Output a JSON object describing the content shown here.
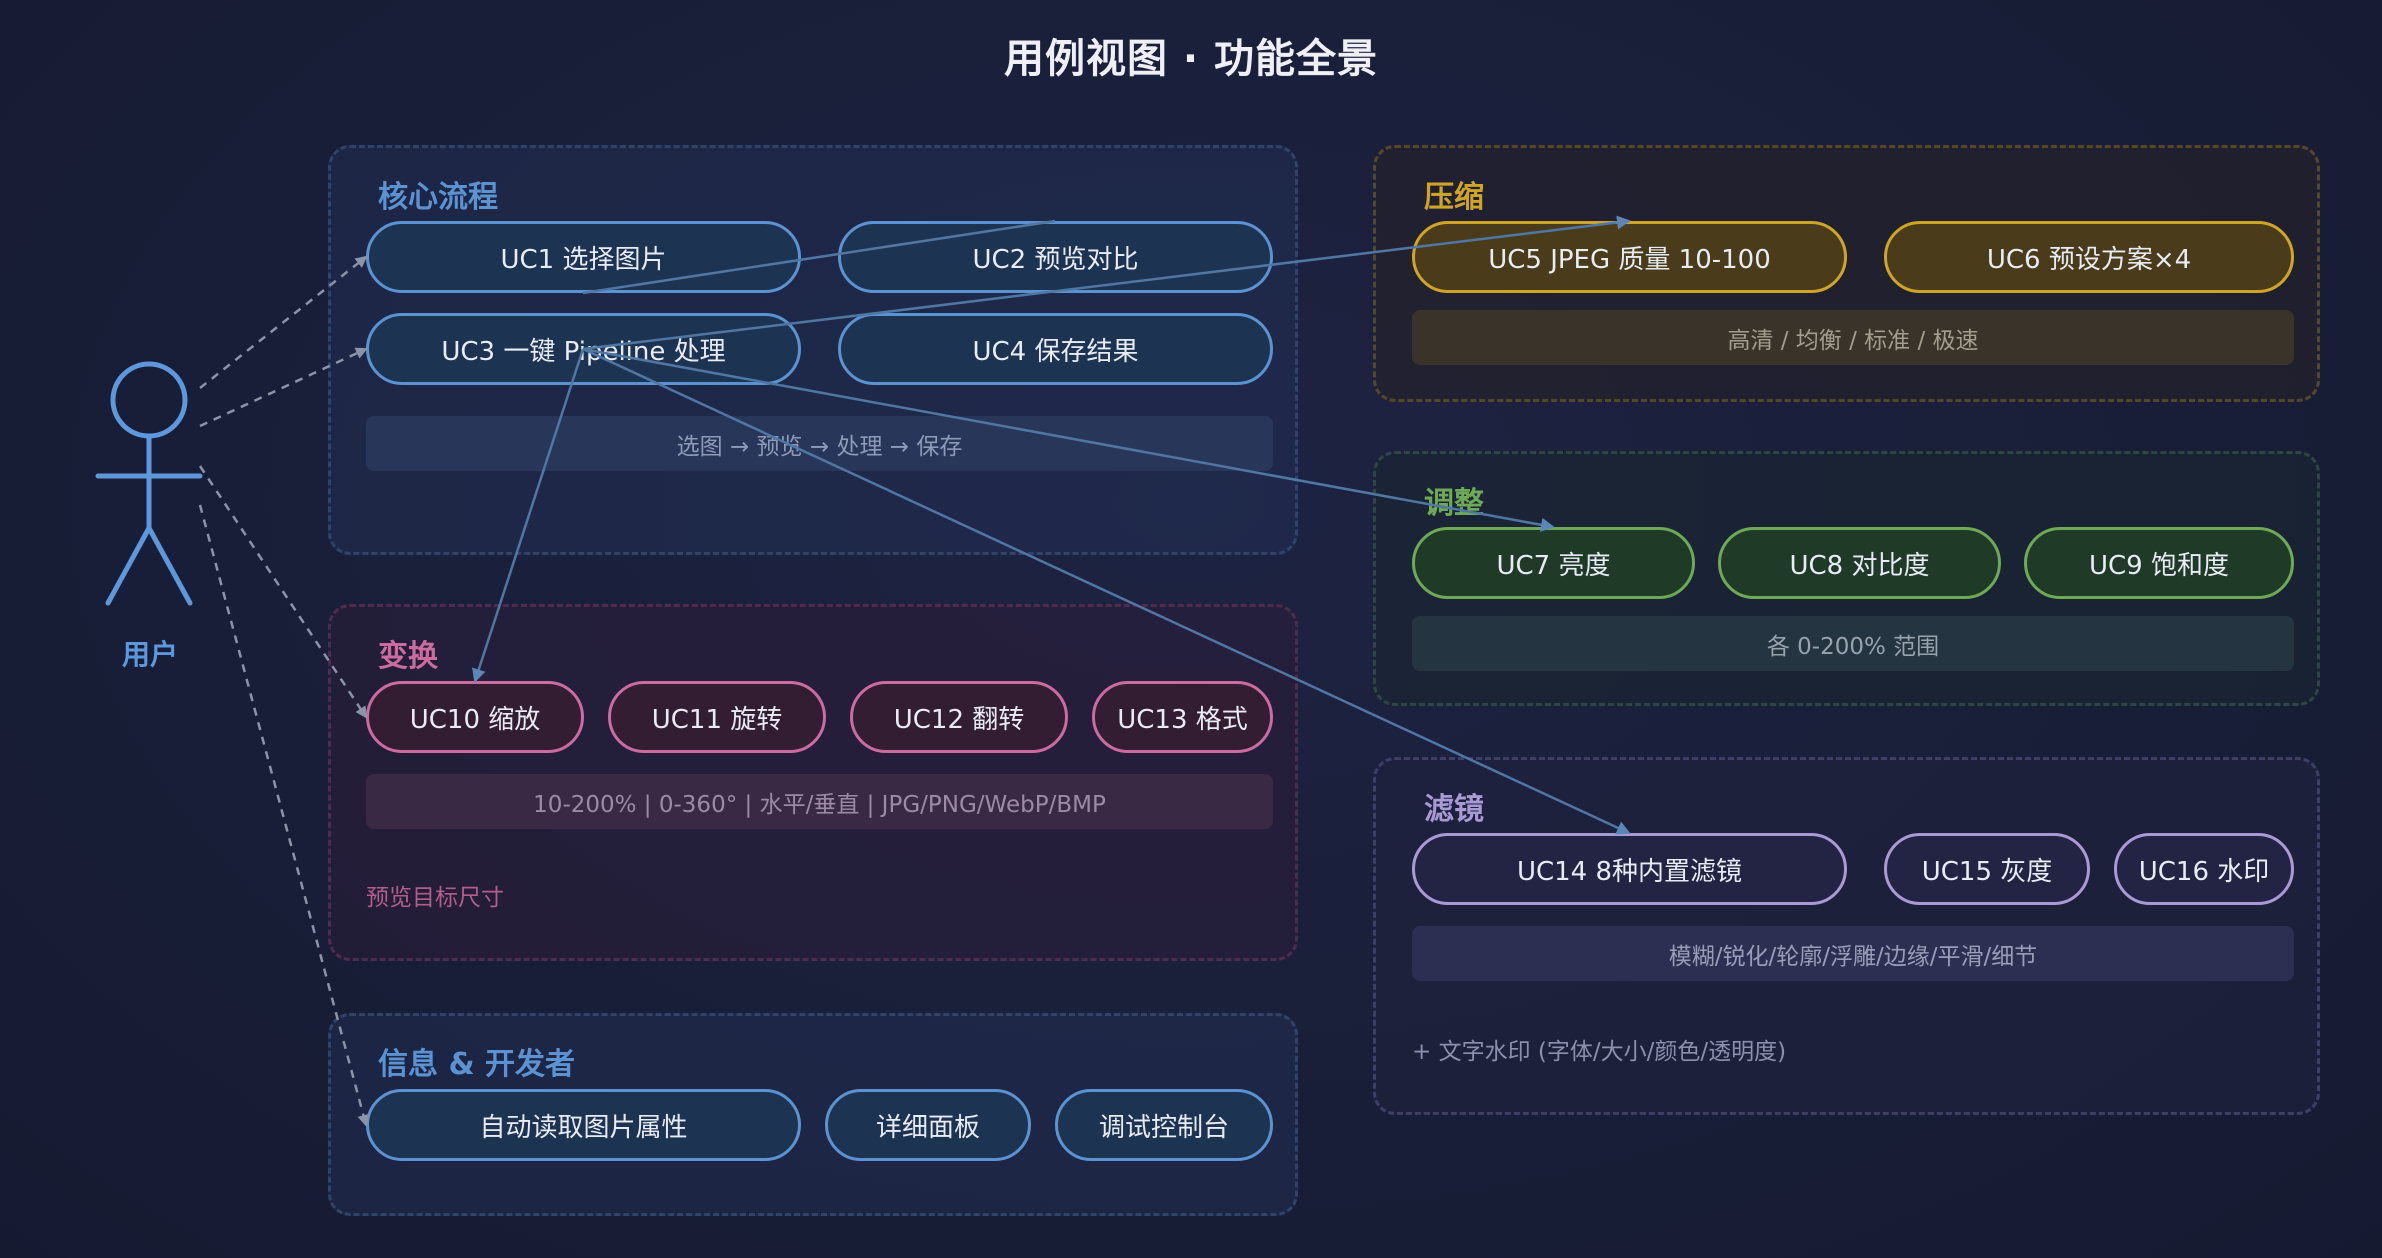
{
  "title": "用例视图 · 功能全景",
  "actor": {
    "label": "用户"
  },
  "groups": {
    "core": {
      "title": "核心流程",
      "items": [
        "UC1 选择图片",
        "UC2 预览对比",
        "UC3 一键 Pipeline 处理",
        "UC4 保存结果"
      ],
      "note": "选图 → 预览 → 处理 → 保存"
    },
    "transform": {
      "title": "变换",
      "items": [
        "UC10 缩放",
        "UC11 旋转",
        "UC12 翻转",
        "UC13 格式"
      ],
      "note": "10-200% | 0-360° | 水平/垂直 | JPG/PNG/WebP/BMP",
      "extra": "预览目标尺寸"
    },
    "info": {
      "title": "信息 & 开发者",
      "items": [
        "自动读取图片属性",
        "详细面板",
        "调试控制台"
      ]
    },
    "compress": {
      "title": "压缩",
      "items": [
        "UC5 JPEG 质量 10-100",
        "UC6 预设方案×4"
      ],
      "note": "高清 / 均衡 / 标准 / 极速"
    },
    "adjust": {
      "title": "调整",
      "items": [
        "UC7 亮度",
        "UC8 对比度",
        "UC9 饱和度"
      ],
      "note": "各 0-200% 范围"
    },
    "filter": {
      "title": "滤镜",
      "items": [
        "UC14 8种内置滤镜",
        "UC15 灰度",
        "UC16 水印"
      ],
      "note": "模糊/锐化/轮廓/浮雕/边缘/平滑/细节",
      "extra": "+ 文字水印 (字体/大小/颜色/透明度)"
    }
  },
  "colors": {
    "core": "#5b93d2",
    "transform": "#cc6b9f",
    "info": "#5b93d2",
    "compress": "#cfa526",
    "adjust": "#6ea956",
    "filter": "#a99ad6",
    "actor": "#5d98dc"
  }
}
